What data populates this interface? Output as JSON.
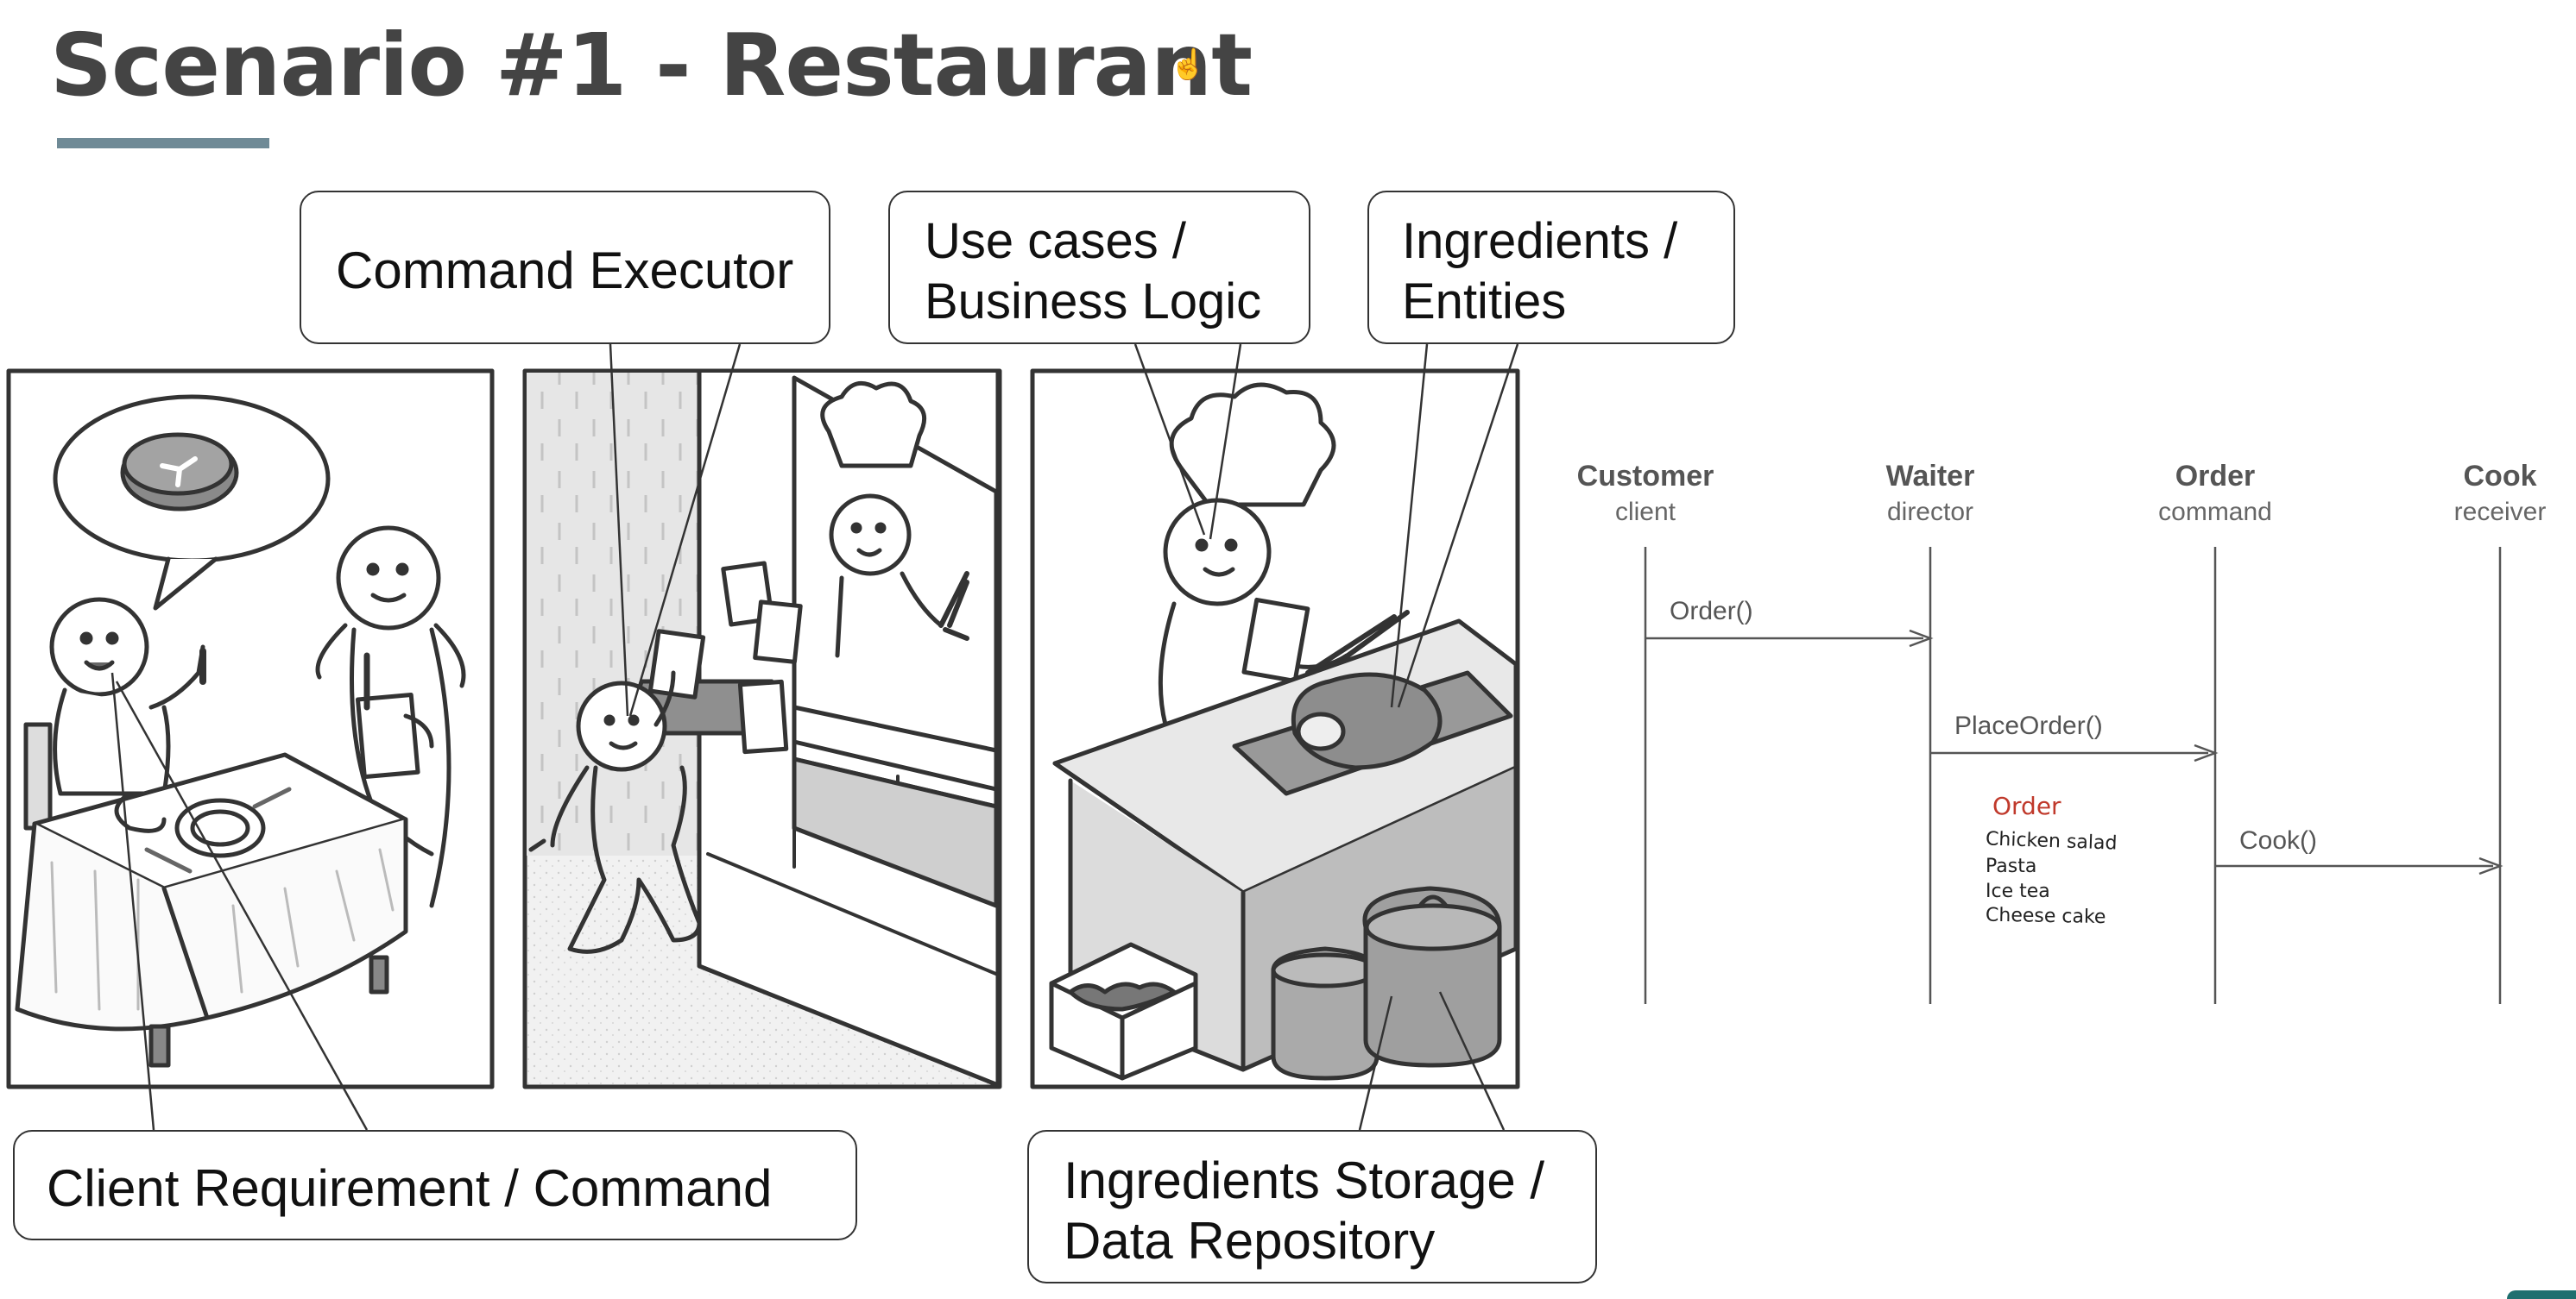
{
  "slide": {
    "title": "Scenario #1 - Restaurant"
  },
  "labels": {
    "command_executor": "Command Executor",
    "use_cases_line1": "Use cases /",
    "use_cases_line2": "Business Logic",
    "ingredients_line1": "Ingredients /",
    "ingredients_line2": "Entities",
    "client_requirement": "Client Requirement / Command",
    "storage_line1": "Ingredients Storage /",
    "storage_line2": "Data Repository"
  },
  "sequence": {
    "participants": [
      {
        "name": "Customer",
        "role": "client"
      },
      {
        "name": "Waiter",
        "role": "director"
      },
      {
        "name": "Order",
        "role": "command"
      },
      {
        "name": "Cook",
        "role": "receiver"
      }
    ],
    "messages": [
      {
        "label": "Order()",
        "from": "Customer",
        "to": "Waiter"
      },
      {
        "label": "PlaceOrder()",
        "from": "Waiter",
        "to": "Order"
      },
      {
        "label": "Cook()",
        "from": "Order",
        "to": "Cook"
      }
    ],
    "note": {
      "title": "Order",
      "items": [
        "Chicken salad",
        "Pasta",
        "Ice tea",
        "Cheese cake"
      ]
    }
  },
  "colors": {
    "title_text": "#444444",
    "title_rule": "#6f8a96",
    "note_title": "#c0392b",
    "lines": "#555555"
  },
  "icons": {
    "cursor": "hand-pointer-icon"
  }
}
